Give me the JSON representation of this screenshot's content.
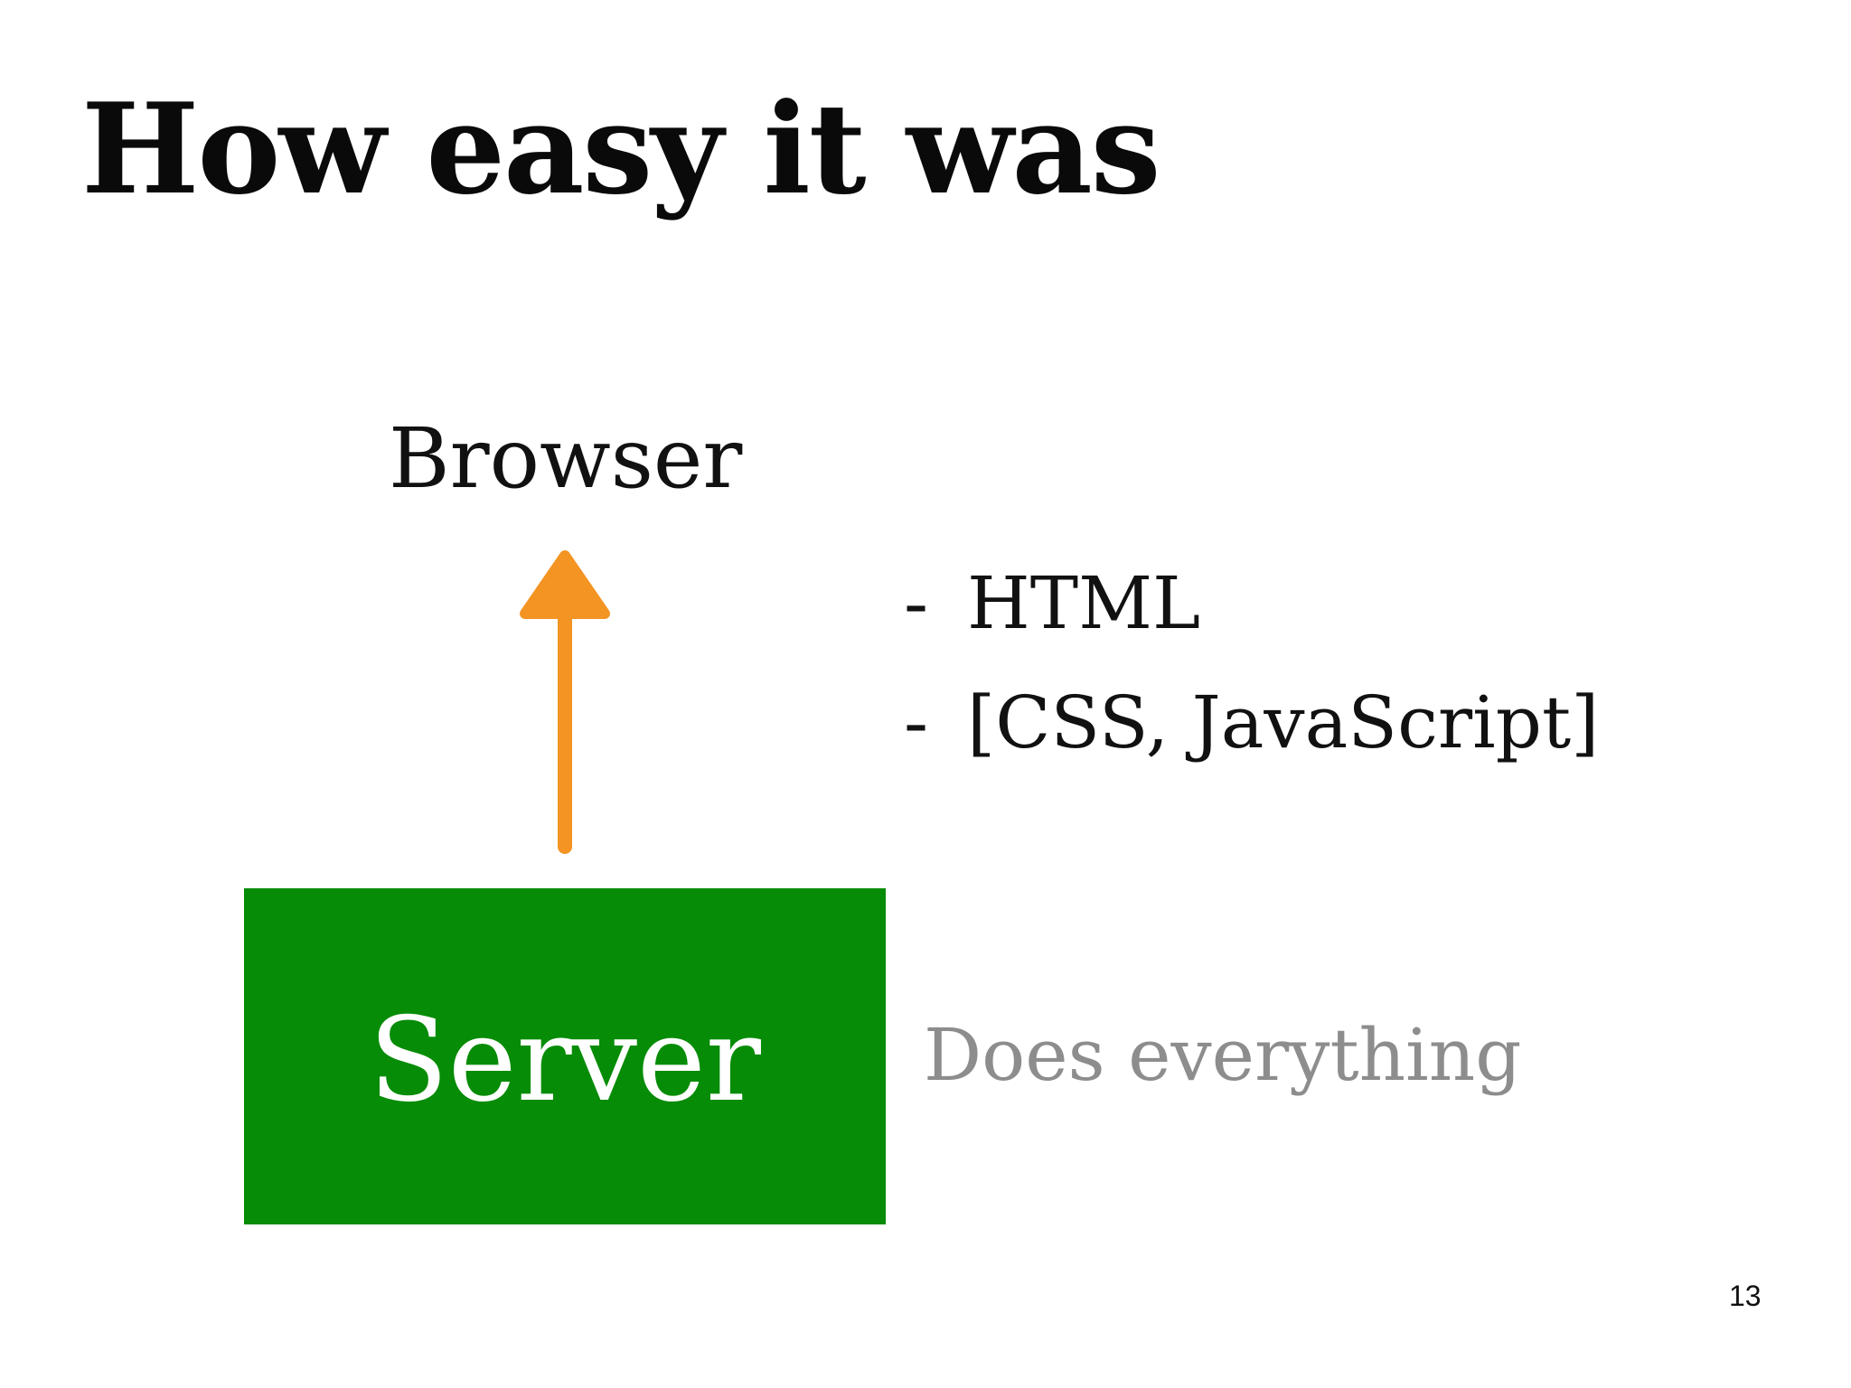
{
  "slide": {
    "title": "How easy it was",
    "page_number": "13"
  },
  "diagram": {
    "browser_label": "Browser",
    "server_label": "Server",
    "server_description": "Does everything",
    "payload_items": [
      {
        "dash": "-",
        "text": "HTML"
      },
      {
        "dash": "-",
        "text": "[CSS, JavaScript]"
      }
    ],
    "arrow_direction": "up",
    "colors": {
      "server_box": "#068c06",
      "server_text": "#ffffff",
      "arrow": "#f39423",
      "description_text": "#8d8d8d"
    }
  }
}
